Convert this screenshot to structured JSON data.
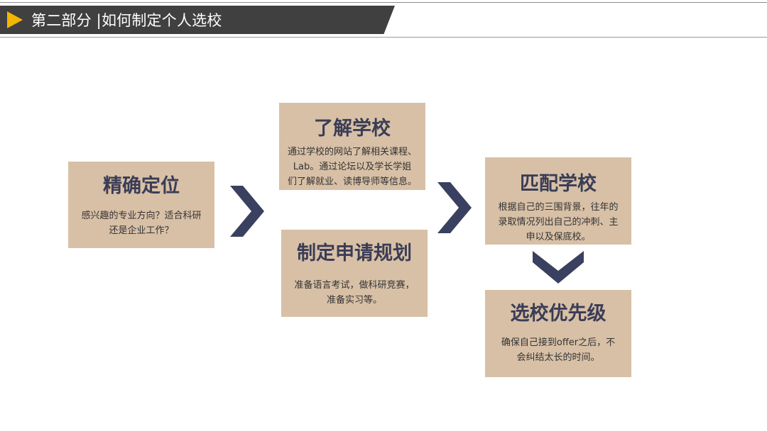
{
  "header": {
    "title": "第二部分 |如何制定个人选校",
    "accent_color": "#f2b600",
    "band_color": "#404040"
  },
  "colors": {
    "box_fill": "#d8c0a7",
    "title_text": "#3a3d55",
    "arrow": "#3a4060"
  },
  "steps": [
    {
      "title": "精确定位",
      "desc_lines": [
        "感兴趣的专业方向？适合科研",
        "还是企业工作？"
      ]
    },
    {
      "title": "了解学校",
      "desc_lines": [
        "通过学校的网站了解相关课程、",
        "Lab。通过论坛以及学长学姐",
        "们了解就业、读博导师等信息。"
      ]
    },
    {
      "title": "制定申请规划",
      "desc_lines": [
        "准备语言考试，做科研竞赛，",
        "准备实习等。"
      ]
    },
    {
      "title": "匹配学校",
      "desc_lines": [
        "根据自己的三围背景，往年的",
        "录取情况列出自己的冲刺、主",
        "申以及保底校。"
      ]
    },
    {
      "title": "选校优先级",
      "desc_lines": [
        "确保自己接到offer之后，不",
        "会纠结太长的时间。"
      ]
    }
  ],
  "arrows": [
    {
      "icon": "chevron-right-icon"
    },
    {
      "icon": "chevron-right-icon"
    },
    {
      "icon": "chevron-down-icon"
    }
  ]
}
